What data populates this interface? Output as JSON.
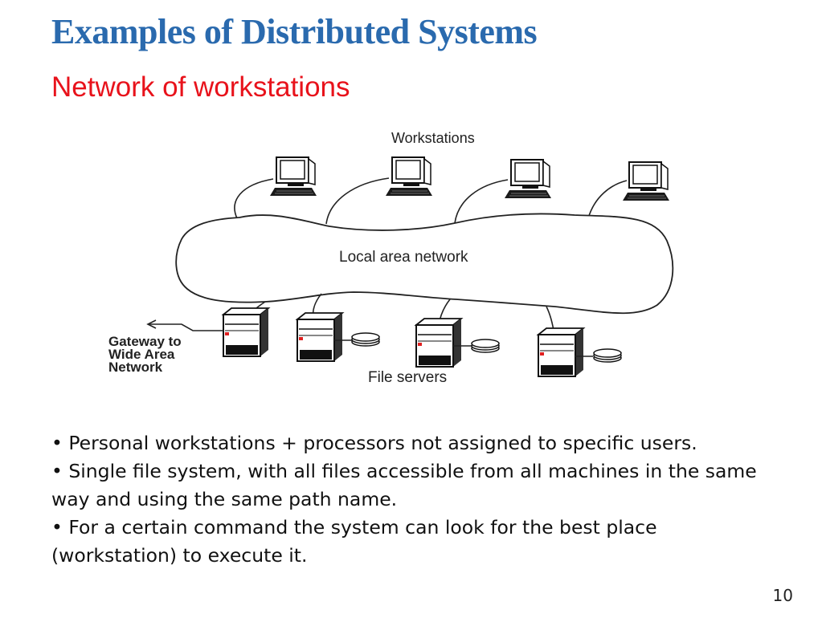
{
  "slide": {
    "title": "Examples of Distributed Systems",
    "subtitle": "Network of workstations",
    "page_number": "10"
  },
  "diagram": {
    "workstations_label": "Workstations",
    "lan_label": "Local area network",
    "file_servers_label": "File servers",
    "gateway_label": [
      "Gateway to",
      "Wide Area",
      "Network"
    ]
  },
  "bullets": [
    "• Personal workstations + processors not assigned to specific users.",
    "• Single file system, with all files accessible from all machines in the same way and using the same path name.",
    "• For a certain command the system can look for the best place (workstation) to execute it."
  ],
  "colors": {
    "title": "#2a6aae",
    "subtitle": "#e8121b",
    "server_indicator": "#e02020"
  }
}
